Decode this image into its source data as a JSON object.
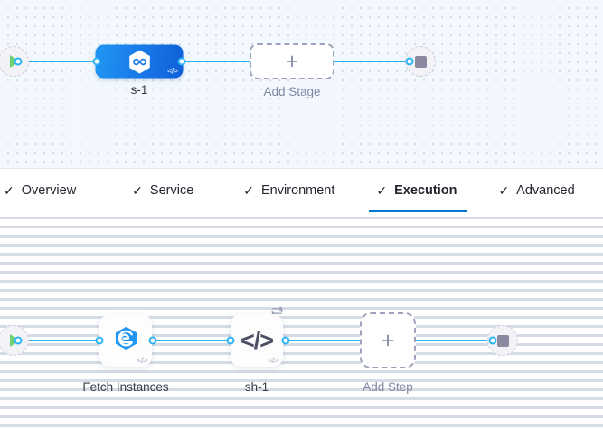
{
  "stage_canvas": {
    "name": "stage-pipeline-canvas",
    "background_color": "#f2f8fd",
    "start_node": {
      "icon": "play-icon",
      "label": ""
    },
    "stage_node": {
      "label": "s-1",
      "icon": "harness-hexagon-icon",
      "badge": "</>",
      "accent_color": "#1877e8"
    },
    "add_stage": {
      "label": "Add Stage",
      "icon": "plus-icon"
    },
    "end_node": {
      "icon": "stop-icon",
      "label": ""
    }
  },
  "tabs": {
    "name": "stage-config-tabs",
    "check_glyph": "✓",
    "items": [
      {
        "label": "Overview",
        "checked": true,
        "active": false
      },
      {
        "label": "Service",
        "checked": true,
        "active": false
      },
      {
        "label": "Environment",
        "checked": true,
        "active": false
      },
      {
        "label": "Execution",
        "checked": true,
        "active": true
      },
      {
        "label": "Advanced",
        "checked": true,
        "active": false
      }
    ],
    "active_underline_color": "#0278d5"
  },
  "step_canvas": {
    "name": "execution-steps-canvas",
    "background_color": "#ffffff",
    "start_node": {
      "icon": "play-icon",
      "label": ""
    },
    "steps": [
      {
        "label": "Fetch Instances",
        "icon": "shell-hexagon-icon",
        "badge": "</>",
        "loop": false
      },
      {
        "label": "sh-1",
        "icon": "code-icon",
        "badge": "</>",
        "loop": true,
        "loop_icon": "repeat-loop-icon"
      }
    ],
    "add_step": {
      "label": "Add Step",
      "icon": "plus-icon"
    },
    "end_node": {
      "icon": "stop-icon",
      "label": ""
    }
  }
}
